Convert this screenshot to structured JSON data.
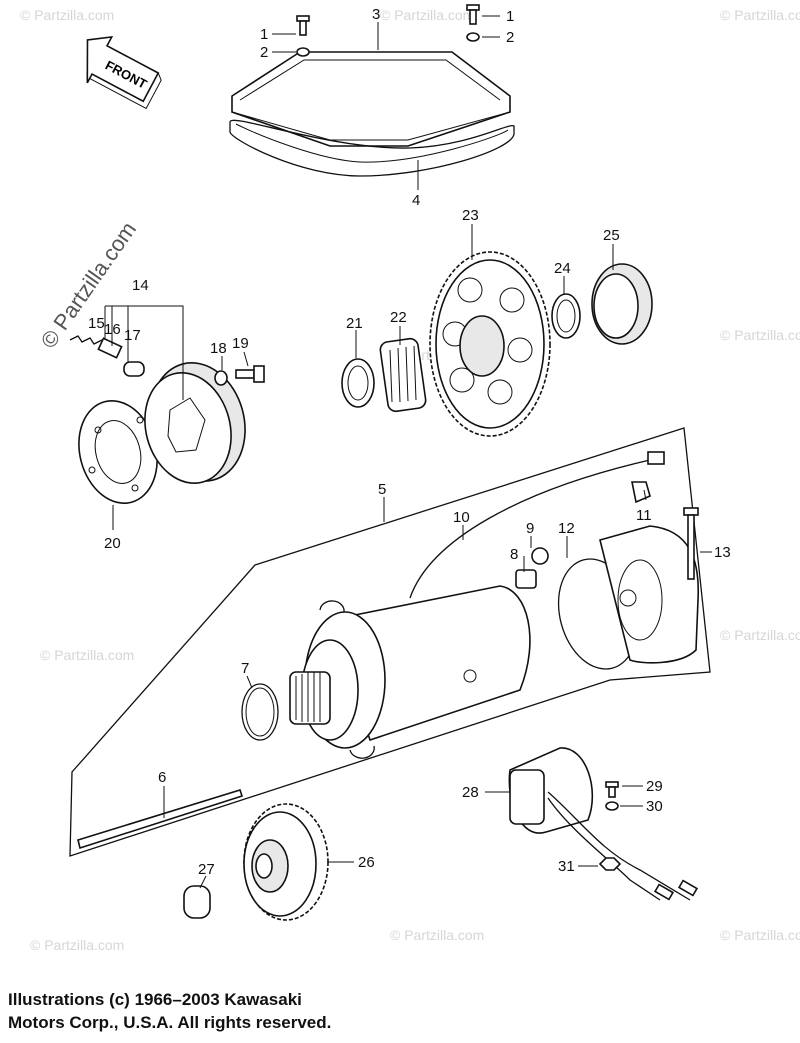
{
  "watermark": {
    "text": "© Partzilla.com"
  },
  "front_arrow": {
    "text": "FRONT"
  },
  "callouts": [
    "1",
    "2",
    "3",
    "1",
    "2",
    "4",
    "14",
    "15",
    "16",
    "17",
    "18",
    "19",
    "20",
    "21",
    "22",
    "23",
    "24",
    "25",
    "5",
    "10",
    "9",
    "8",
    "12",
    "11",
    "13",
    "7",
    "6",
    "26",
    "27",
    "28",
    "29",
    "30",
    "31"
  ],
  "copyright": {
    "line1": "Illustrations (c) 1966–2003 Kawasaki",
    "line2": "Motors Corp., U.S.A.  All rights reserved."
  }
}
